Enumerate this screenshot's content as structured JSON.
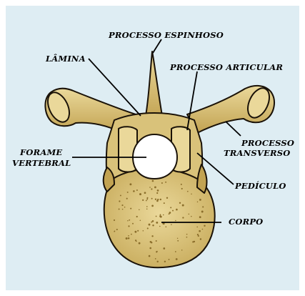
{
  "colors": {
    "background": "#deedf3",
    "bone": "#d9c27a",
    "bone_light": "#ead89a",
    "bone_dark": "#a88d3c",
    "outline": "#1a1208",
    "pore": "#8a6d2a"
  },
  "labels": {
    "processo_espinhoso": "PROCESSO ESPINHOSO",
    "lamina": "LÂMINA",
    "processo_articular": "PROCESSO ARTICULAR",
    "processo_transverso_1": "PROCESSO",
    "processo_transverso_2": "TRANSVERSO",
    "forame_vertebral_1": "FORAME",
    "forame_vertebral_2": "VERTEBRAL",
    "pediculo": "PEDÍCULO",
    "corpo": "CORPO"
  }
}
